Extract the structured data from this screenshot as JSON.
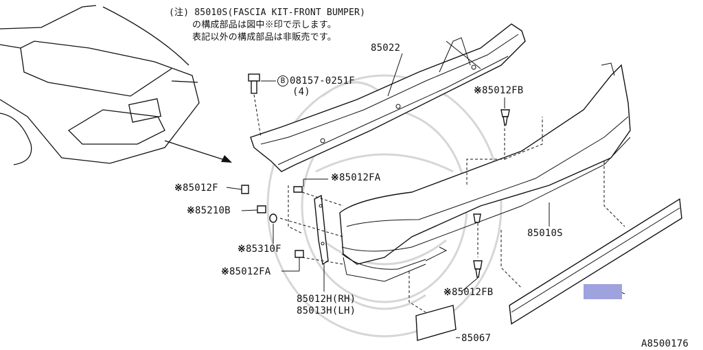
{
  "note": {
    "line1": "(注) 85010S(FASCIA KIT-FRONT BUMPER)",
    "line2": "の構成部品は図中※印で示します。",
    "line3": "表記以外の構成部品は非販売です。"
  },
  "labels": {
    "reinforcement": "85022",
    "bolt_circle": "B",
    "bolt_code": "08157-0251F",
    "bolt_qty": "(4)",
    "clip_top": "85012FB",
    "clip_bottom": "85012FB",
    "screw_upper": "85012FA",
    "screw_lower": "85012FA",
    "grommet": "85012F",
    "nut": "85210B",
    "washer": "85310F",
    "bracket_rh": "85012H(RH)",
    "bracket_lh": "85013H(LH)",
    "fascia": "85010S",
    "reflector": "85067",
    "diagram_id": "A8500176"
  },
  "marks": {
    "star": "※"
  },
  "colors": {
    "highlight": "#9ea2de"
  }
}
